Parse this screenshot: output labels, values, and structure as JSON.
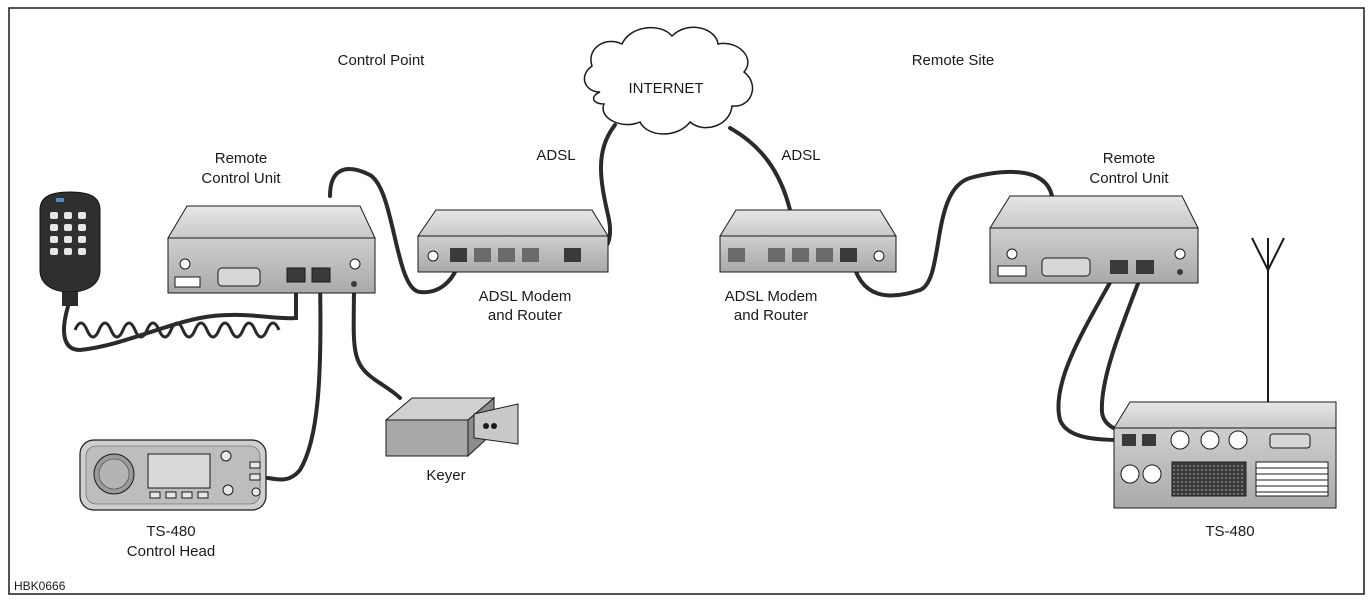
{
  "labels": {
    "control_point": "Control Point",
    "remote_site": "Remote Site",
    "internet": "INTERNET",
    "adsl_left": "ADSL",
    "adsl_right": "ADSL",
    "rcu_left_line1": "Remote",
    "rcu_left_line2": "Control Unit",
    "rcu_right_line1": "Remote",
    "rcu_right_line2": "Control Unit",
    "modem_left_line1": "ADSL Modem",
    "modem_left_line2": "and Router",
    "modem_right_line1": "ADSL Modem",
    "modem_right_line2": "and Router",
    "keyer": "Keyer",
    "control_head_line1": "TS-480",
    "control_head_line2": "Control Head",
    "radio": "TS-480",
    "figure_id": "HBK0666"
  }
}
